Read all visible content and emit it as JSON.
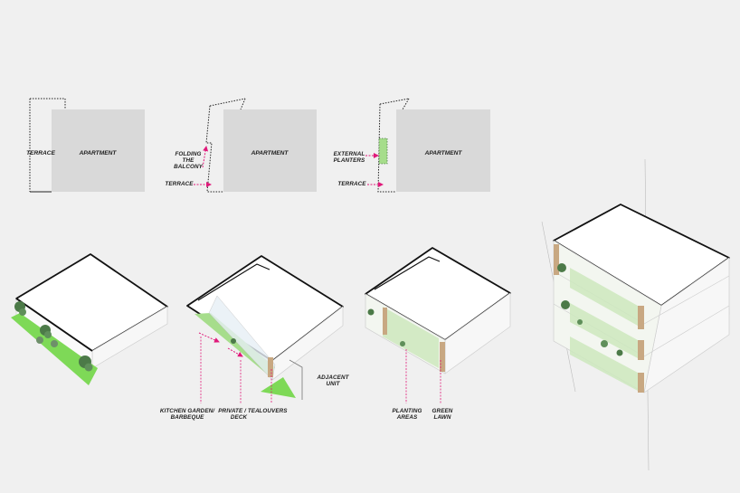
{
  "colors": {
    "background": "#f0f0f0",
    "apartment_fill": "#d9d9d9",
    "green": "#7ed957",
    "planter_green": "#a6dd8b",
    "tree": "#4c7a48",
    "wood": "#c8a882",
    "arrow": "#e0197a",
    "outline": "#111111"
  },
  "plans": [
    {
      "apartment_label": "APARTMENT",
      "terrace_label": "TERRACE"
    },
    {
      "apartment_label": "APARTMENT",
      "terrace_label": "TERRACE",
      "feature_label_lines": [
        "FOLDING",
        "THE",
        "BALCONY"
      ]
    },
    {
      "apartment_label": "APARTMENT",
      "terrace_label": "TERRACE",
      "feature_label_lines": [
        "EXTERNAL",
        "PLANTERS"
      ]
    }
  ],
  "callouts": {
    "kitchen": [
      "KITCHEN GARDEN/",
      "BARBEQUE"
    ],
    "deck": [
      "PRIVATE / TEA",
      "DECK"
    ],
    "louvers": [
      "LOUVERS"
    ],
    "adjacent": [
      "ADJACENT",
      "UNIT"
    ],
    "planting": [
      "PLANTING",
      "AREAS"
    ],
    "lawn": [
      "GREEN",
      "LAWN"
    ]
  },
  "icons": {
    "tree": "tree-icon",
    "arrow": "arrow-icon"
  }
}
